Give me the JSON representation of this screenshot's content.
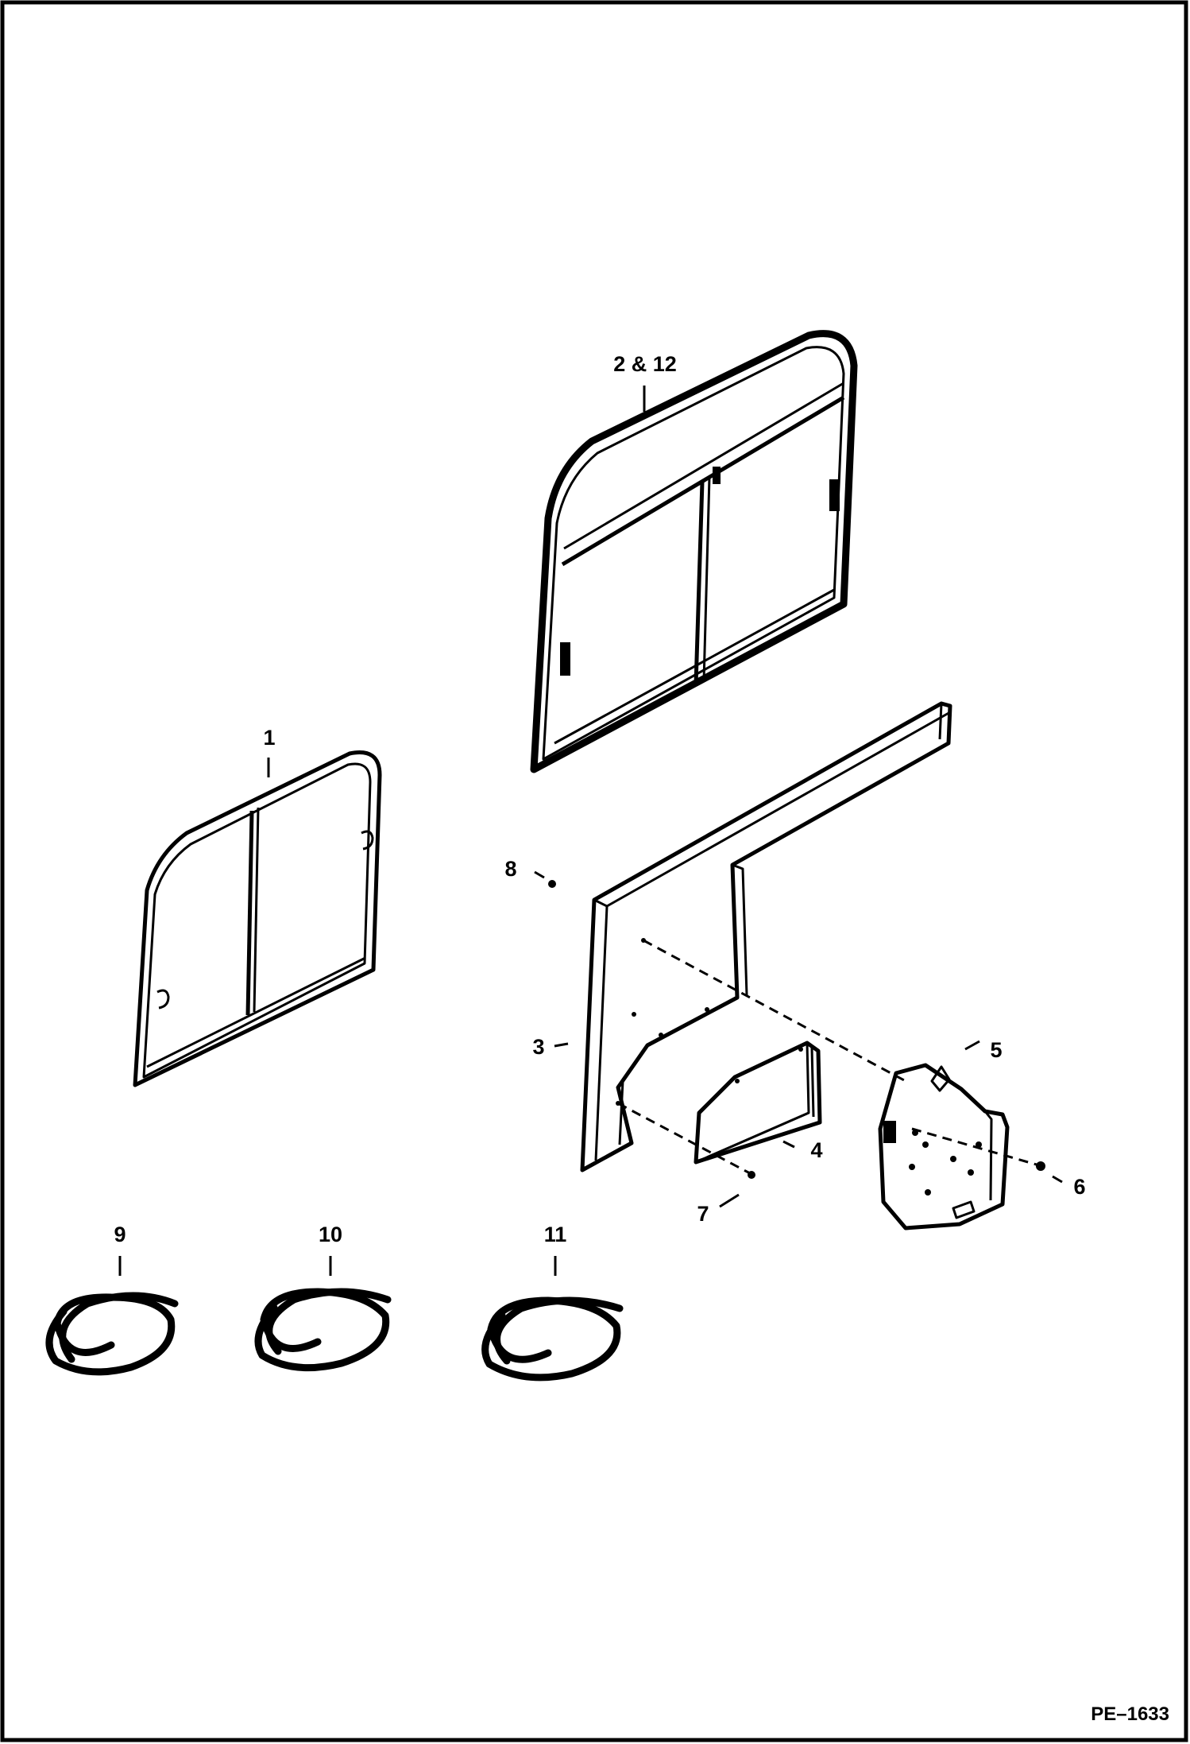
{
  "callouts": {
    "c1": "1",
    "c2_12": "2 & 12",
    "c3": "3",
    "c4": "4",
    "c5": "5",
    "c6": "6",
    "c7": "7",
    "c8": "8",
    "c9": "9",
    "c10": "10",
    "c11": "11"
  },
  "drawing_code": "PE–1633"
}
